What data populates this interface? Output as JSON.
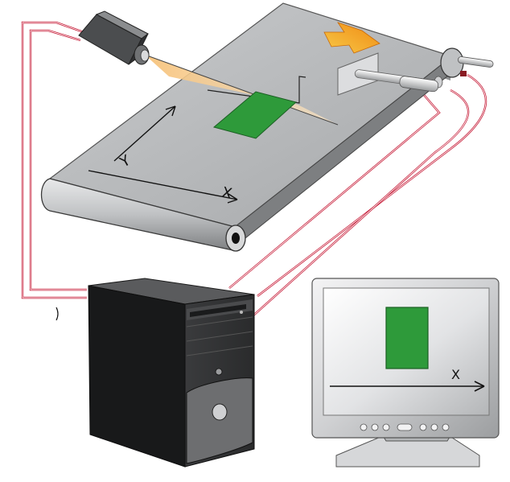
{
  "diagram": {
    "conveyor": {
      "axis_x_label": "X",
      "axis_y_label": "Y",
      "object_color": "#2e9a3a",
      "belt_color": "#b9bbbd"
    },
    "camera": {
      "icon": "camera-icon",
      "beam_color": "#f6c27a"
    },
    "direction_arrow": {
      "icon": "arrow-up-icon",
      "color": "#f39a1a"
    },
    "encoder": {
      "icon": "encoder-icon"
    },
    "computer": {
      "icon": "computer-tower-icon"
    },
    "monitor": {
      "icon": "monitor-icon",
      "axis_label": "X",
      "object_color": "#2e9a3a"
    },
    "cable_color": "#c4122f"
  }
}
